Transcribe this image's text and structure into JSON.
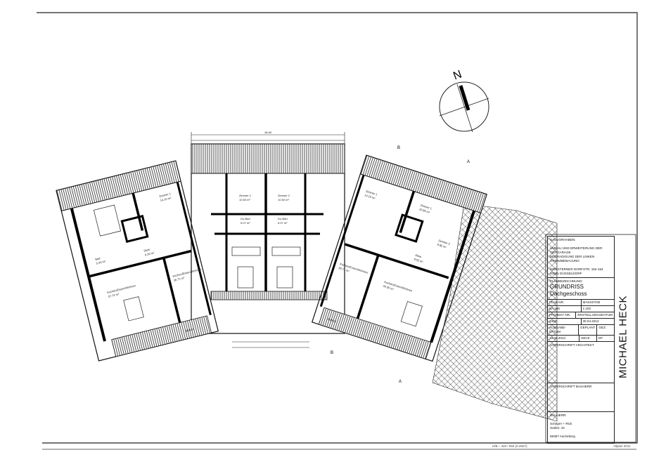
{
  "drawing": {
    "north_label": "N",
    "overall_dimension": "16.40",
    "rooms": [
      {
        "name": "Zimmer 1",
        "area": "14.10 m²"
      },
      {
        "name": "Zimmer 2",
        "area": "10.50 m²"
      },
      {
        "name": "Zimmer 2",
        "area": "10.50 m²"
      },
      {
        "name": "Zimmer 1",
        "area": "14.10 m²"
      },
      {
        "name": "Zimmer 1",
        "area": "10.85 m²"
      },
      {
        "name": "Zimmer 2",
        "area": "9.82 m²"
      },
      {
        "name": "Du-Bad",
        "area": "5.07 m²"
      },
      {
        "name": "Du-Bad",
        "area": "5.07 m²"
      },
      {
        "name": "Bad",
        "area": "5.40 m²"
      },
      {
        "name": "Diele",
        "area": "9.26 m²"
      },
      {
        "name": "Diele",
        "area": "9.02 m²"
      },
      {
        "name": "Kochen/Essen/Wohnen",
        "area": "37.74 m²"
      },
      {
        "name": "Kochen/Essen/Wohnen",
        "area": "36.71 m²"
      },
      {
        "name": "Kochen/Essen/Wohnen",
        "area": "36.71 m²"
      },
      {
        "name": "Kochen/Essen/Wohnen",
        "area": "34.30 m²"
      },
      {
        "name": "Balkon",
        "area": ""
      },
      {
        "name": "Balkon",
        "area": ""
      }
    ],
    "section_markers": [
      "A",
      "B",
      "A",
      "B"
    ]
  },
  "title_block": {
    "project_heading": "Bauvorhaben:",
    "project_lines": [
      "Umbau und Erweiterung der",
      "Tiefgarage",
      "Begradigung der linken",
      "Grenzbebauung"
    ],
    "address_lines": [
      "Wersterner Dorfstr. 152-154",
      "40591 Düsseldorf"
    ],
    "plan_heading": "Planbezeichnung:",
    "plan_title": "GRUNDRISS",
    "plan_subtitle": "Dachgeschoss",
    "plan_nr_label": "Plan Nr.",
    "scale_label": "Maßstab",
    "plan_nr": "BA 108",
    "scale": "1:100",
    "project_nr_label": "Projekt Nr.",
    "date_label": "Erstellungsdatum",
    "project_nr": "1304",
    "date": "30.04.2013",
    "issue_label": "Ausgabe-Datum",
    "planner_label": "Geplant",
    "checked_label": "Gez.",
    "issue_date": "13.06.2014",
    "planner": "Heck",
    "checked": "DF",
    "architect_sign_label": "Unterschrift Architekt",
    "owner_sign_label": "Unterschrift Bauherr",
    "owner_heading": "Bauherr:",
    "owner_lines": [
      "Schäper + Rick",
      "Südstr. 43",
      "59387 Ascheberg"
    ],
    "architect_name": "MICHAEL HECK"
  },
  "footer": {
    "sheet_size": "H/B = 420 / 594 (0.25m²)",
    "software": "Allplan 2011"
  }
}
